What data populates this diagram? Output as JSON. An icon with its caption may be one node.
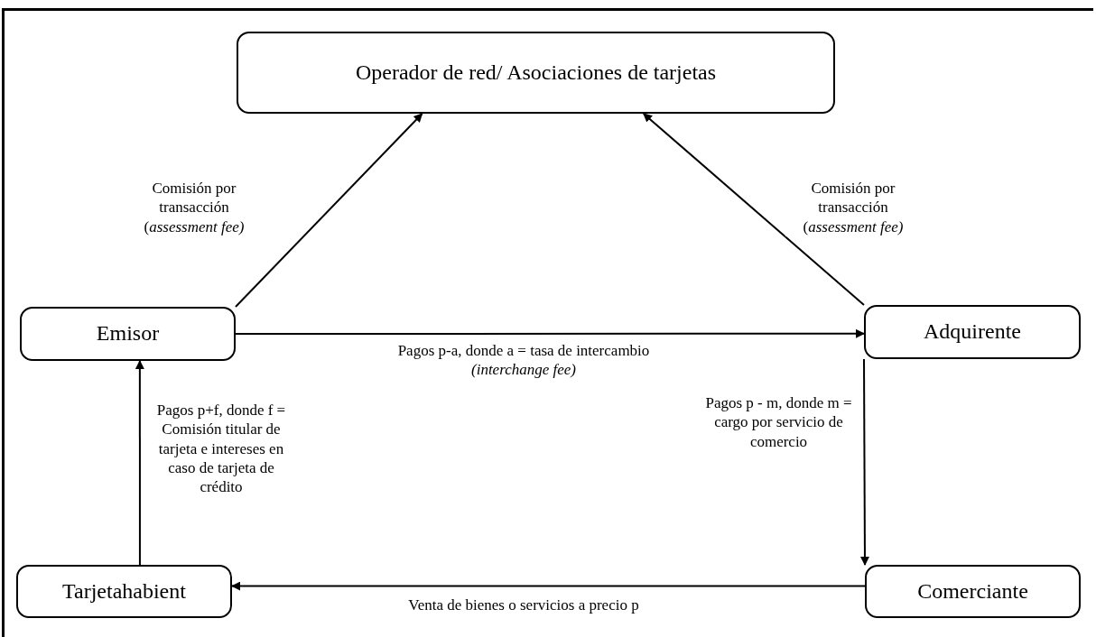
{
  "diagram": {
    "nodes": [
      {
        "text": [
          "Operador de red/ Asociaciones de tarjetas"
        ]
      },
      {
        "text": [
          "Emisor"
        ]
      },
      {
        "text": [
          "Adquirente"
        ]
      },
      {
        "text": [
          "Tarjetahabient"
        ]
      },
      {
        "text": [
          "Comerciante"
        ]
      }
    ],
    "edges": [
      {
        "from": 1,
        "to": 0,
        "arrow": "to",
        "label": "Comisión por transacción (*assessment fee)*"
      },
      {
        "from": 2,
        "to": 0,
        "arrow": "to",
        "label": "Comisión por transacción (*assessment fee)*"
      },
      {
        "from": 1,
        "to": 2,
        "arrow": "to",
        "label": "Pagos p-a, donde a = tasa de intercambio *(interchange fee)*"
      },
      {
        "from": 2,
        "to": 4,
        "arrow": "to",
        "label": "Pagos p - m, donde m = cargo por servicio de comercio"
      },
      {
        "from": 3,
        "to": 1,
        "arrow": "to",
        "label": "Pagos p+f, donde f = Comisión titular de tarjeta e intereses en caso de tarjeta de crédito"
      },
      {
        "from": 4,
        "to": 3,
        "arrow": "to",
        "label": "Venta de bienes o servicios a precio p"
      }
    ]
  }
}
